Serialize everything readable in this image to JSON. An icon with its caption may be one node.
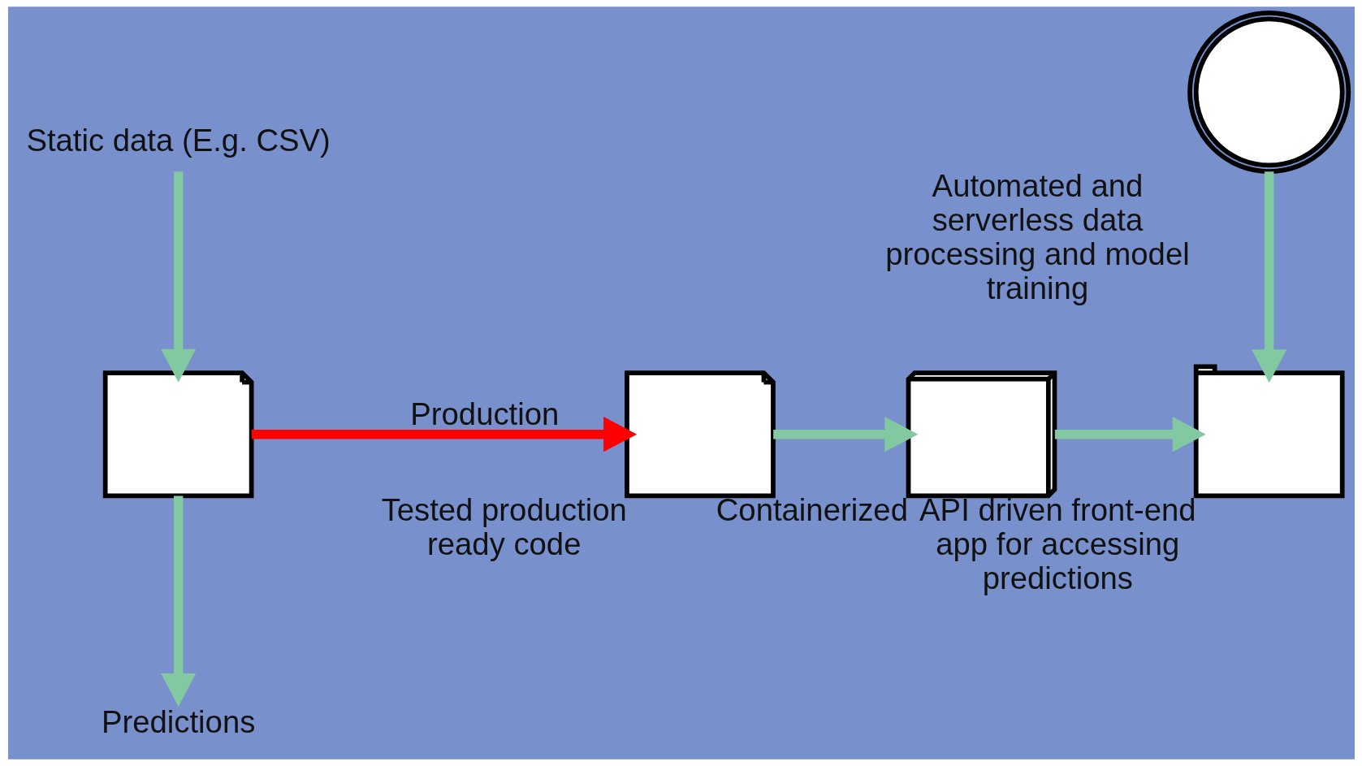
{
  "diagram": {
    "nodes": [
      {
        "text": [
          "Static data (E.g. CSV)"
        ]
      },
      {
        "text": [],
        "shape": "picture"
      },
      {
        "text": [
          "Predictions"
        ]
      },
      {
        "text": [],
        "shape": "picture",
        "beside": [
          "Tested production ready code"
        ]
      },
      {
        "text": [],
        "shape": "picture",
        "beside": [
          "Containerized"
        ]
      },
      {
        "text": [],
        "shape": "picture",
        "beside": [
          "Automated and serverless data processing and model training"
        ]
      },
      {
        "text": [],
        "shape": "picture",
        "beside": [
          "API driven front-end app for accessing predictions"
        ]
      }
    ],
    "edges": [
      {
        "from": 0,
        "to": 1,
        "arrow": "to"
      },
      {
        "from": 1,
        "to": 2,
        "arrow": "to"
      },
      {
        "from": 1,
        "to": 3,
        "arrow": "to",
        "label": "Production",
        "color": "#ff0000"
      },
      {
        "from": 3,
        "to": 4,
        "arrow": "to"
      },
      {
        "from": 4,
        "to": 6,
        "arrow": "to"
      },
      {
        "from": 5,
        "to": 6,
        "arrow": "to"
      }
    ]
  }
}
